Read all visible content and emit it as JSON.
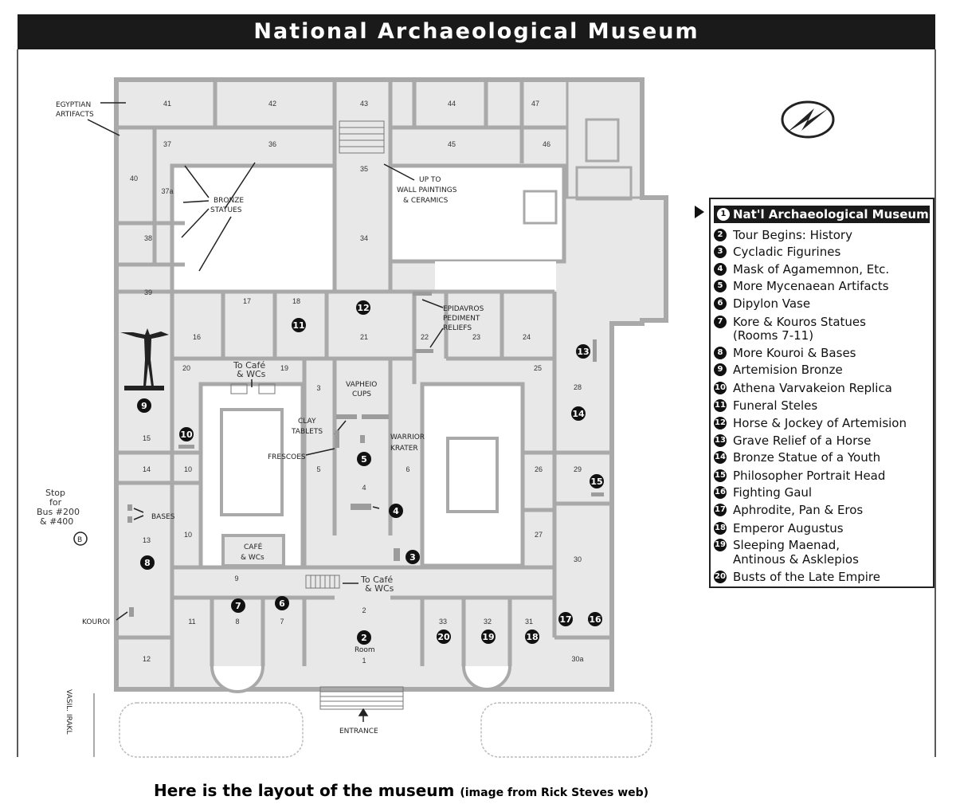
{
  "title": "National Archaeological Museum",
  "rooms": {
    "r41": "41",
    "r42": "42",
    "r43": "43",
    "r44": "44",
    "r47": "47",
    "r37": "37",
    "r36": "36",
    "r45": "45",
    "r46": "46",
    "r40": "40",
    "r37a": "37a",
    "r35": "35",
    "r38": "38",
    "r34": "34",
    "r39": "39",
    "r17": "17",
    "r18": "18",
    "r16": "16",
    "r21": "21",
    "r22": "22",
    "r23": "23",
    "r24": "24",
    "r20": "20",
    "r19": "19",
    "r25": "25",
    "r3": "3",
    "r28": "28",
    "r15": "15",
    "r14": "14",
    "r10a": "10",
    "r10b": "10",
    "r5": "5",
    "r6": "6",
    "r4": "4",
    "r26": "26",
    "r29": "29",
    "r13": "13",
    "r27": "27",
    "r30": "30",
    "r9": "9",
    "r11": "11",
    "r8": "8",
    "r7": "7",
    "r2": "2",
    "r33": "33",
    "r32": "32",
    "r31": "31",
    "r12": "12",
    "r1": "1",
    "r30a": "30a"
  },
  "notes": {
    "egyptian": "EGYPTIAN",
    "artifacts": "ARTIFACTS",
    "bronze": "BRONZE",
    "statues": "STATUES",
    "upto": "UP TO",
    "wallpaintings": "WALL PAINTINGS",
    "ceramics": "& CERAMICS",
    "epidavros": "EPIDAVROS",
    "pediment": "PEDIMENT",
    "reliefs": "RELIEFS",
    "tocafe1": "To Café",
    "wcs1": "& WCs",
    "vapheio": "VAPHEIO",
    "cups": "CUPS",
    "clay": "CLAY",
    "tablets": "TABLETS",
    "warrior": "WARRIOR",
    "krater": "KRATER",
    "frescoes": "FRESCOES",
    "stop": "Stop",
    "for": "for",
    "bus": "Bus #200",
    "bus2": "& #400",
    "busB": "B",
    "bases": "BASES",
    "cafe": "CAFÉ",
    "cafewcs": "& WCs",
    "tocafe2": "To Café",
    "wcs2": "& WCs",
    "kouroi": "KOUROI",
    "room": "Room",
    "entrance": "ENTRANCE",
    "street": "VASIL. IRAKL"
  },
  "markers": {
    "m2": "2",
    "m3": "3",
    "m4": "4",
    "m5": "5",
    "m6": "6",
    "m7": "7",
    "m8": "8",
    "m9": "9",
    "m10": "10",
    "m11": "11",
    "m12": "12",
    "m13": "13",
    "m14": "14",
    "m15": "15",
    "m16": "16",
    "m17": "17",
    "m18": "18",
    "m19": "19",
    "m20": "20"
  },
  "legend": [
    {
      "num": "1",
      "label": "Nat'l Archaeological Museum"
    },
    {
      "num": "2",
      "label": "Tour Begins: History"
    },
    {
      "num": "3",
      "label": "Cycladic Figurines"
    },
    {
      "num": "4",
      "label": "Mask of Agamemnon, Etc."
    },
    {
      "num": "5",
      "label": "More Mycenaean Artifacts"
    },
    {
      "num": "6",
      "label": "Dipylon Vase"
    },
    {
      "num": "7",
      "label": "Kore & Kouros Statues"
    },
    {
      "num": "",
      "label": "(Rooms 7-11)"
    },
    {
      "num": "8",
      "label": "More Kouroi & Bases"
    },
    {
      "num": "9",
      "label": "Artemision Bronze"
    },
    {
      "num": "10",
      "label": "Athena Varvakeion Replica"
    },
    {
      "num": "11",
      "label": "Funeral Steles"
    },
    {
      "num": "12",
      "label": "Horse & Jockey of Artemision"
    },
    {
      "num": "13",
      "label": "Grave Relief of a Horse"
    },
    {
      "num": "14",
      "label": "Bronze Statue of a Youth"
    },
    {
      "num": "15",
      "label": "Philosopher Portrait Head"
    },
    {
      "num": "16",
      "label": "Fighting Gaul"
    },
    {
      "num": "17",
      "label": "Aphrodite, Pan & Eros"
    },
    {
      "num": "18",
      "label": "Emperor Augustus"
    },
    {
      "num": "19",
      "label": "Sleeping Maenad,"
    },
    {
      "num": "",
      "label": "Antinous & Asklepios"
    },
    {
      "num": "20",
      "label": "Busts of the Late Empire"
    }
  ],
  "caption": {
    "main": "Here is the layout of the museum",
    "small": "(image from Rick Steves web)"
  },
  "colors": {
    "wall": "#a9a9a9",
    "floor": "#e8e8e8",
    "court": "#ffffff",
    "marker": "#111111"
  }
}
